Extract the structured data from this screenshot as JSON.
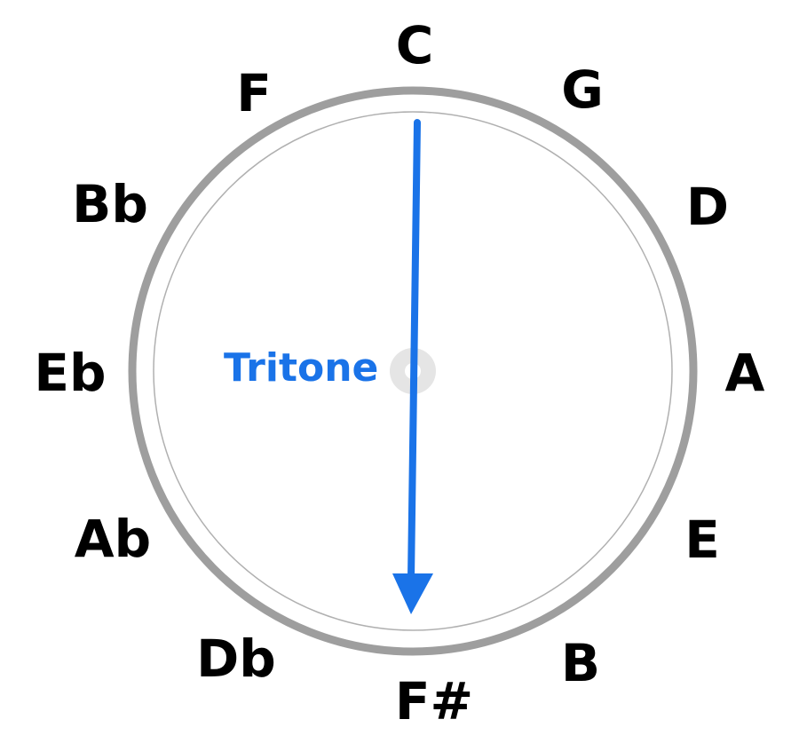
{
  "notes": [
    "C",
    "G",
    "D",
    "A",
    "E",
    "B",
    "F#",
    "Db",
    "Ab",
    "Eb",
    "Bb",
    "F"
  ],
  "annotation": {
    "label": "Tritone",
    "from_note": "C",
    "to_note": "F#"
  },
  "colors": {
    "accent": "#1a73e8",
    "ring": "#9e9e9e",
    "inner_ring": "#b0b0b0",
    "center": "#e5e5e5",
    "text": "#000000"
  }
}
